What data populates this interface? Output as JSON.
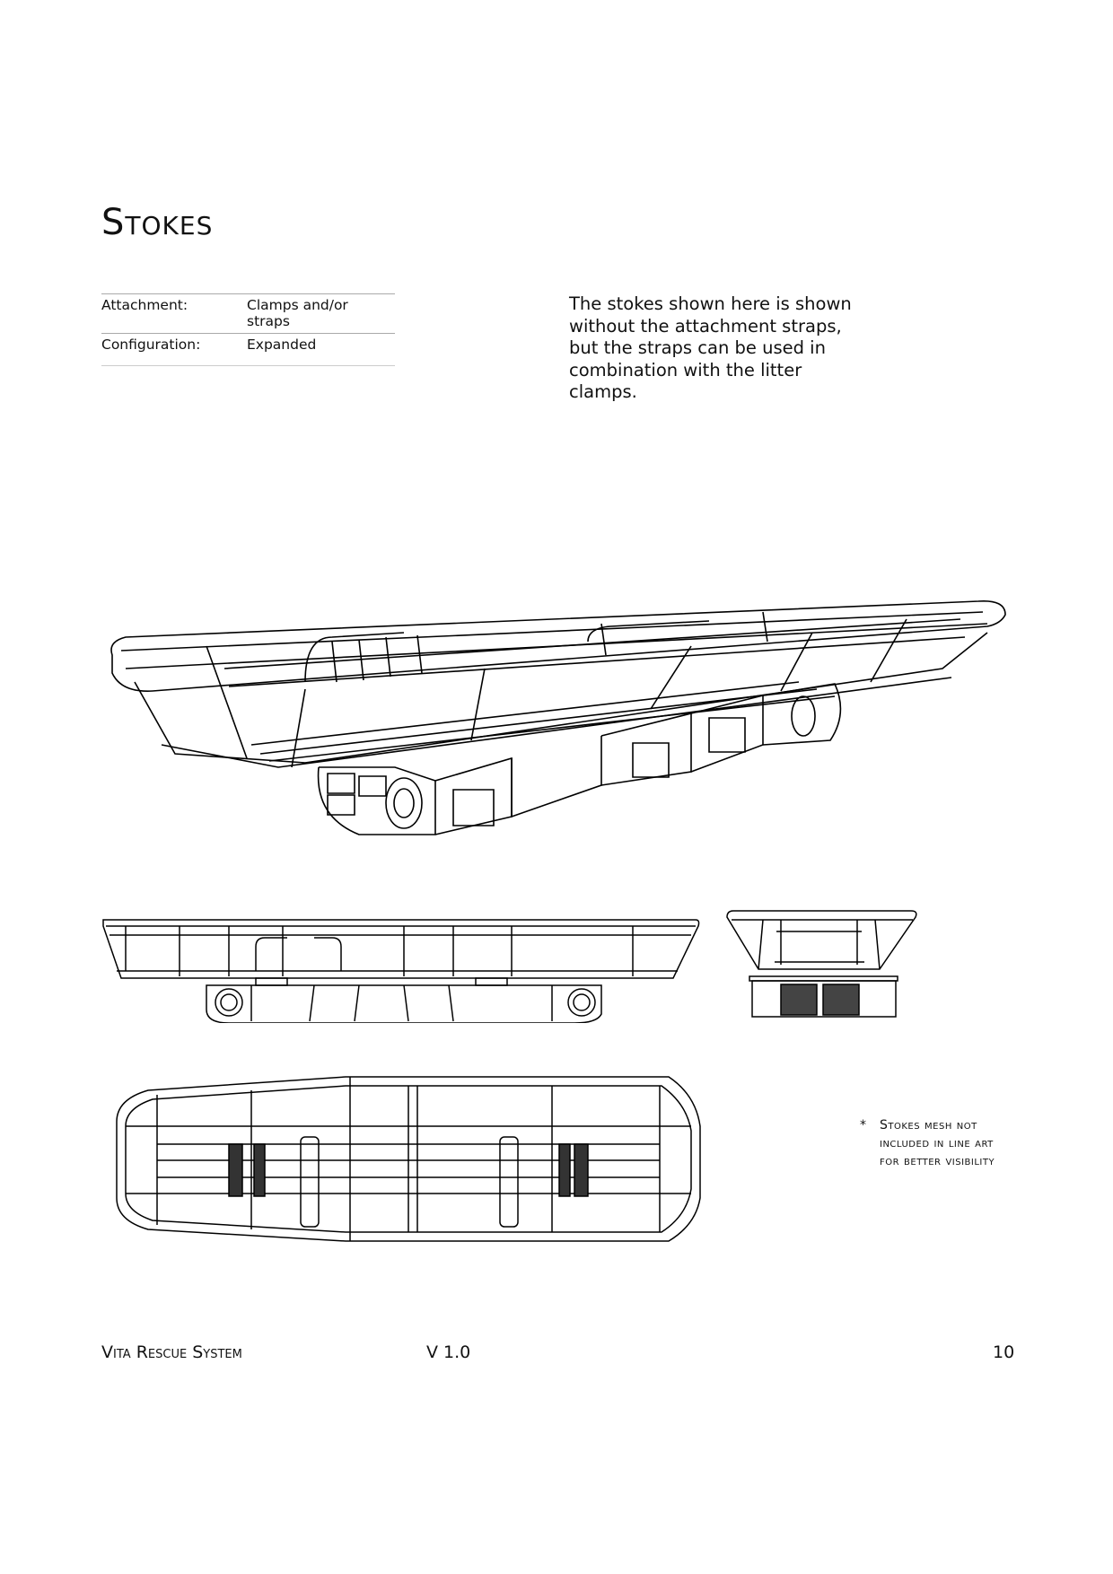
{
  "page": {
    "title": "Stokes",
    "specs": [
      {
        "label": "Attachment:",
        "value": "Clamps and/or straps"
      },
      {
        "label": "Configuration:",
        "value": "Expanded"
      }
    ],
    "description": "The stokes shown here is shown without the attachment straps, but the straps can be used in combination with the litter clamps.",
    "note": {
      "marker": "*",
      "text": "Stokes mesh not included in line art  for better visibility"
    }
  },
  "drawings": {
    "isometric": "Stokes basket on rescue system — isometric view",
    "side": "Side elevation view",
    "end": "End elevation view",
    "top": "Top plan view"
  },
  "footer": {
    "system": "Vita Rescue System",
    "version": "V 1.0",
    "page_number": "10"
  }
}
